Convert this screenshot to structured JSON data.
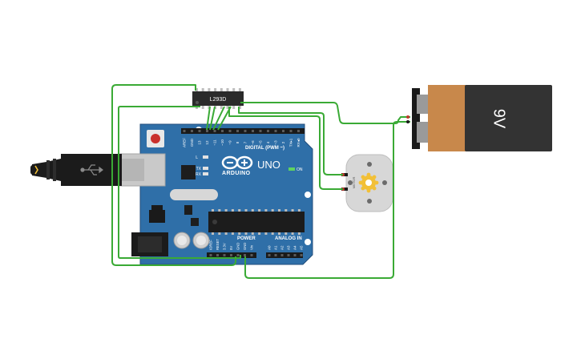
{
  "colors": {
    "board": "#2f6fa8",
    "board_dark": "#1f4f7c",
    "wire": "#3aaa35",
    "battery_copper": "#c8884b",
    "battery_black": "#333333",
    "chip": "#2b2b2b",
    "motor_body": "#d7d7d7",
    "gear": "#f2c037"
  },
  "icons": {
    "usb": "usb-icon",
    "logo": "arduino-infinity-logo",
    "gear": "motor-gear-icon"
  },
  "ic": {
    "label": "L293D"
  },
  "battery": {
    "label": "9V"
  },
  "motor": {
    "label": "MOTOR"
  },
  "arduino": {
    "brand": "ARDUINO",
    "model": "UNO",
    "digital_label": "DIGITAL (PWM ~)",
    "power_label": "POWER",
    "analog_label": "ANALOG IN",
    "on_label": "ON",
    "tx_label": "TX",
    "rx_label": "RX",
    "l_label": "L",
    "top_pins": [
      "AREF",
      "GND",
      "13",
      "12",
      "~11",
      "~10",
      "~9",
      "8",
      "7",
      "~6",
      "~5",
      "4",
      "~3",
      "2",
      "TX▸1",
      "RX◂0"
    ],
    "power_pins": [
      "IOREF",
      "RESET",
      "3.3V",
      "5V",
      "GND",
      "GND",
      "Vin"
    ],
    "analog_pins": [
      "A0",
      "A1",
      "A2",
      "A3",
      "A4",
      "A5"
    ]
  }
}
